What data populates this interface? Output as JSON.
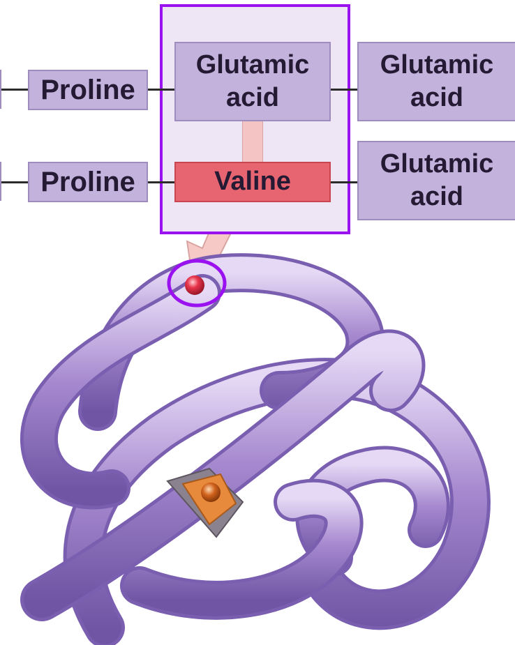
{
  "row1": {
    "left_label": "Proline",
    "center_label_line1": "Glutamic",
    "center_label_line2": "acid",
    "right_label_line1": "Glutamic",
    "right_label_line2": "acid"
  },
  "row2": {
    "left_label": "Proline",
    "center_label": "Valine",
    "right_label_line1": "Glutamic",
    "right_label_line2": "acid"
  },
  "colors": {
    "highlight_border": "#9a12f0",
    "residue_box": "#c3b2dc",
    "mutant_box": "#e76570",
    "protein_body": "#9a7cc6"
  }
}
